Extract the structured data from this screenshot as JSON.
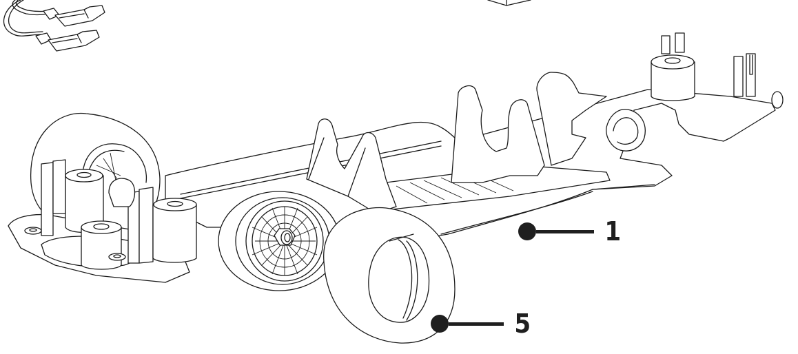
{
  "diagram": {
    "subject": "Slot car chassis assembly (exploded line drawing)",
    "colors": {
      "line": "#1a1a1a",
      "background": "#ffffff",
      "callout": "#1f1f1f"
    },
    "parts_depicted": [
      "chassis-tray",
      "rear-wheel-with-bbs-style-mesh-rim",
      "rear-tyre",
      "front-wheel",
      "front-motor-pod-bushings",
      "guide-braid-lead-wires",
      "rear-axle-bushing-tower"
    ],
    "callouts": [
      {
        "id": "callout-1",
        "label": "1",
        "target": "chassis-tray"
      },
      {
        "id": "callout-5",
        "label": "5",
        "target": "rear-tyre"
      }
    ]
  }
}
